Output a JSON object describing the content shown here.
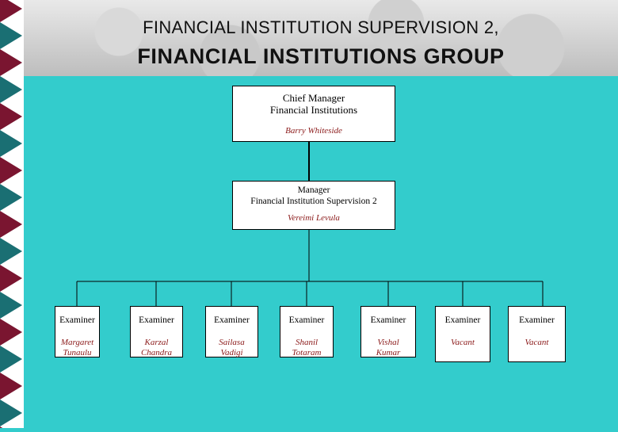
{
  "title": {
    "line1": "FINANCIAL INSTITUTION SUPERVISION 2,",
    "line2": "FINANCIAL INSTITUTIONS GROUP"
  },
  "chief": {
    "role_line1": "Chief Manager",
    "role_line2": "Financial Institutions",
    "name": "Barry Whiteside"
  },
  "manager": {
    "role_line1": "Manager",
    "role_line2": "Financial Institution Supervision 2",
    "name": "Vereimi Levula"
  },
  "examiners": [
    {
      "role": "Examiner",
      "name_line1": "Margaret",
      "name_line2": "Tunaulu"
    },
    {
      "role": "Examiner",
      "name_line1": "Karzal",
      "name_line2": "Chandra"
    },
    {
      "role": "Examiner",
      "name_line1": "Sailasa",
      "name_line2": "Vadigi"
    },
    {
      "role": "Examiner",
      "name_line1": "Shanil",
      "name_line2": "Totaram"
    },
    {
      "role": "Examiner",
      "name_line1": "Vishal",
      "name_line2": "Kumar"
    },
    {
      "role": "Examiner",
      "name_line1": "",
      "name_line2": "Vacant"
    },
    {
      "role": "Examiner",
      "name_line1": "",
      "name_line2": "Vacant"
    }
  ],
  "colors": {
    "background": "#33cccc",
    "border_triangles": [
      "#7a1530",
      "#1a6f73"
    ],
    "name_text": "#8b1a1a"
  }
}
